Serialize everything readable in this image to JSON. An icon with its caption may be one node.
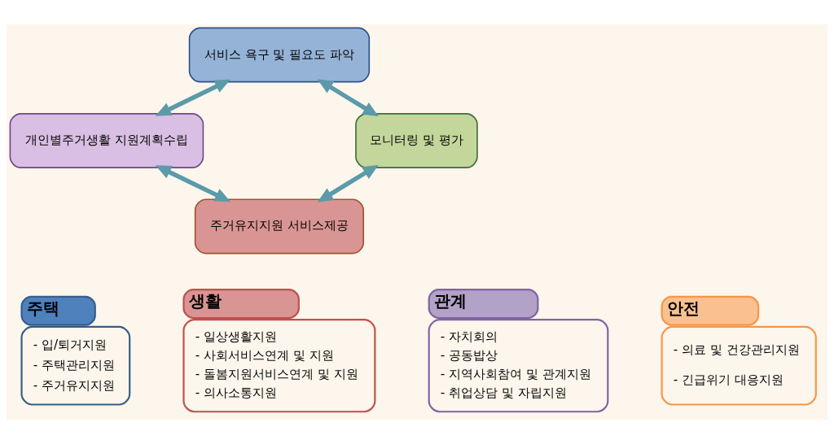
{
  "diagram": {
    "nodes": [
      {
        "text": [
          "서비스 욕구 및 필요도 파악"
        ]
      },
      {
        "text": [
          "모니터링 및 평가"
        ]
      },
      {
        "text": [
          "개인별주거생활 지원계획수립"
        ]
      },
      {
        "text": [
          "주거유지지원 서비스제공"
        ]
      },
      {
        "text": [
          "주택",
          "- 입/퇴거지원",
          "- 주택관리지원",
          "- 주거유지지원"
        ]
      },
      {
        "text": [
          "생활",
          "- 일상생활지원",
          "- 사회서비스연계 및 지원",
          "- 돌봄지원서비스연계 및 지원",
          "- 의사소통지원"
        ]
      },
      {
        "text": [
          "관계",
          "- 자치회의",
          "- 공동밥상",
          "- 지역사회참여 및 관계지원",
          "- 취업상담 및 자립지원"
        ]
      },
      {
        "text": [
          "안전",
          "- 의료 및 건강관리지원",
          "- 긴급위기 대응지원"
        ]
      }
    ],
    "edges": [
      {
        "from": 0,
        "to": 2,
        "arrow": "both"
      },
      {
        "from": 2,
        "to": 3,
        "arrow": "both"
      },
      {
        "from": 3,
        "to": 1,
        "arrow": "both"
      },
      {
        "from": 1,
        "to": 0,
        "arrow": "both"
      }
    ]
  }
}
